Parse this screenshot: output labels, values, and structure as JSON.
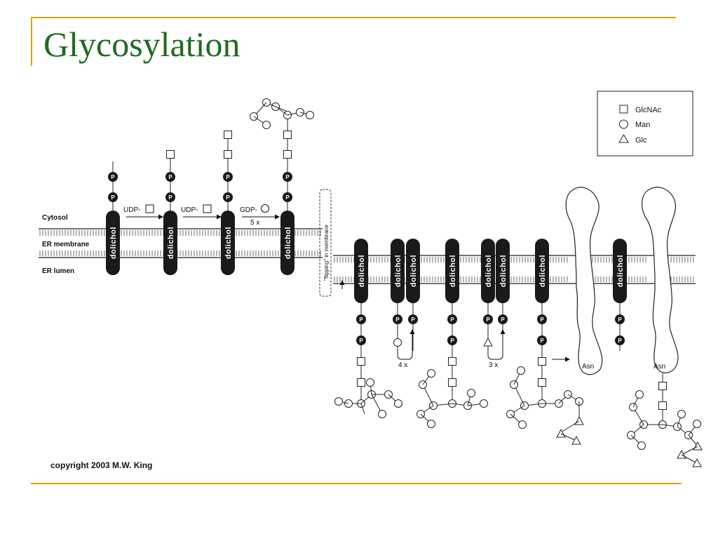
{
  "slide": {
    "title": "Glycosylation"
  },
  "diagram": {
    "regions": {
      "cytosol": "Cytosol",
      "er_membrane": "ER membrane",
      "er_lumen": "ER lumen"
    },
    "lipid_label": "dolichol",
    "phosphate_label": "P",
    "donors": {
      "udp_1": "UDP-",
      "udp_2": "UDP-",
      "gdp": "GDP-",
      "repeat_5": "5 x"
    },
    "flip_label": "\"flipping\" in membrane",
    "lumen_repeats": {
      "mannose_repeat": "4 x",
      "glucose_repeat": "3 x"
    },
    "asn_label": "Asn",
    "legend": {
      "glcnac": "GlcNAc",
      "man": "Man",
      "glc": "Glc"
    },
    "copyright": "copyright 2003 M.W. King"
  }
}
